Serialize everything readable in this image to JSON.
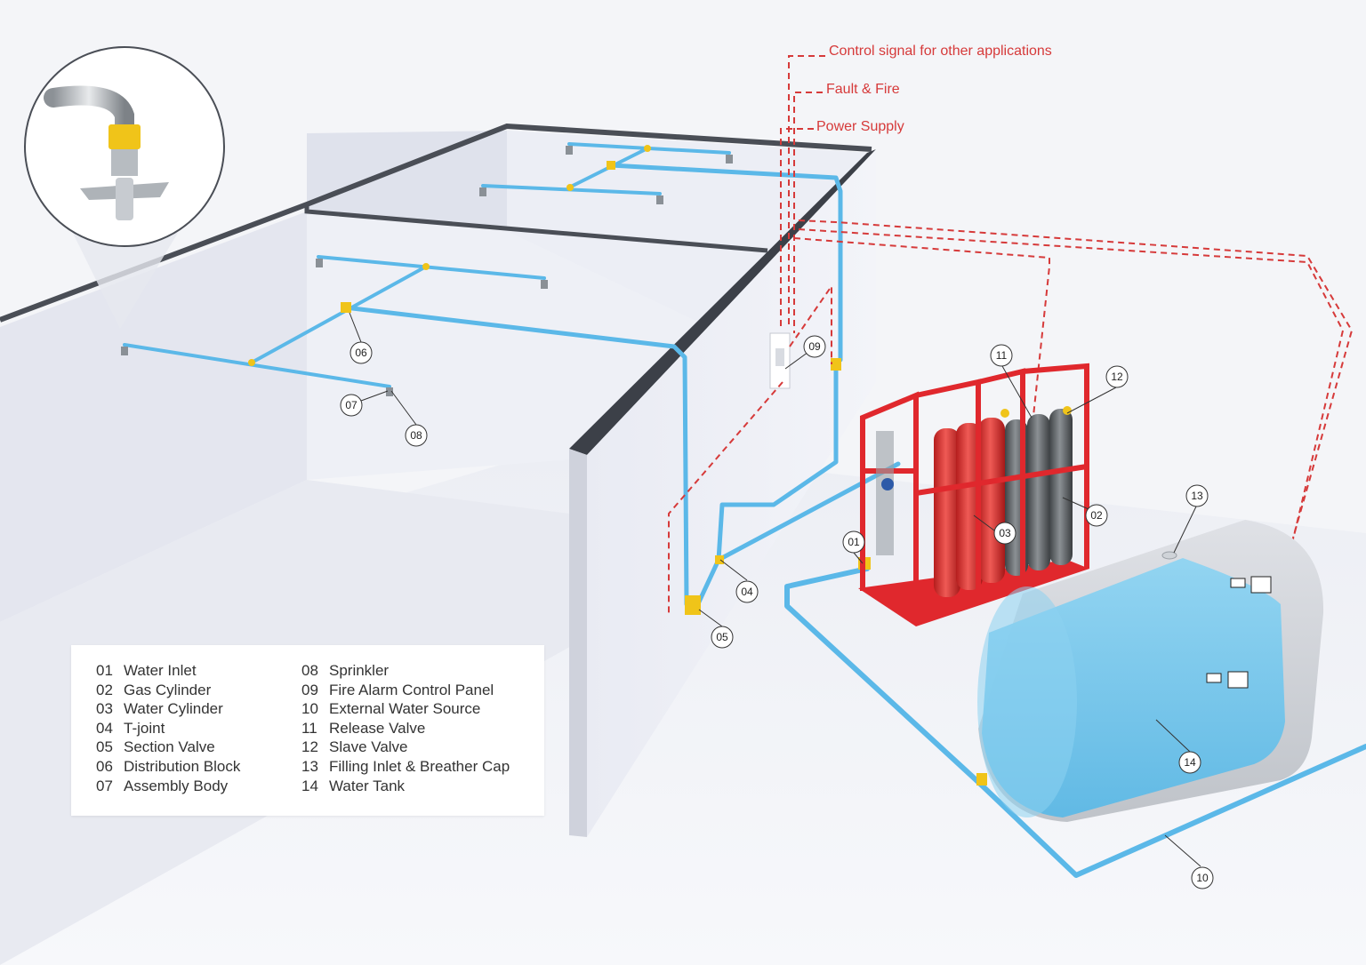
{
  "signal_labels": [
    "Control signal for other applications",
    "Fault & Fire",
    "Power Supply"
  ],
  "callouts": [
    "01",
    "02",
    "03",
    "04",
    "05",
    "06",
    "07",
    "08",
    "09",
    "10",
    "11",
    "12",
    "13",
    "14"
  ],
  "legend": {
    "col1": [
      {
        "num": "01",
        "label": "Water Inlet"
      },
      {
        "num": "02",
        "label": "Gas Cylinder"
      },
      {
        "num": "03",
        "label": "Water Cylinder"
      },
      {
        "num": "04",
        "label": "T-joint"
      },
      {
        "num": "05",
        "label": "Section Valve"
      },
      {
        "num": "06",
        "label": "Distribution Block"
      },
      {
        "num": "07",
        "label": "Assembly Body"
      }
    ],
    "col2": [
      {
        "num": "08",
        "label": "Sprinkler"
      },
      {
        "num": "09",
        "label": "Fire Alarm Control Panel"
      },
      {
        "num": "10",
        "label": "External Water Source"
      },
      {
        "num": "11",
        "label": "Release Valve"
      },
      {
        "num": "12",
        "label": "Slave Valve"
      },
      {
        "num": "13",
        "label": "Filling Inlet & Breather Cap"
      },
      {
        "num": "14",
        "label": "Water Tank"
      }
    ]
  },
  "colors": {
    "pipe": "#5bb8e8",
    "signal": "#d63a3a",
    "rack": "#e0282d",
    "water_cylinder": "#e8443f",
    "gas_cylinder": "#6f7478",
    "tank_water": "#6cc4ec",
    "fitting": "#f0c419"
  },
  "icons": [
    "sprinkler-detail-icon",
    "level-switch-icon"
  ]
}
